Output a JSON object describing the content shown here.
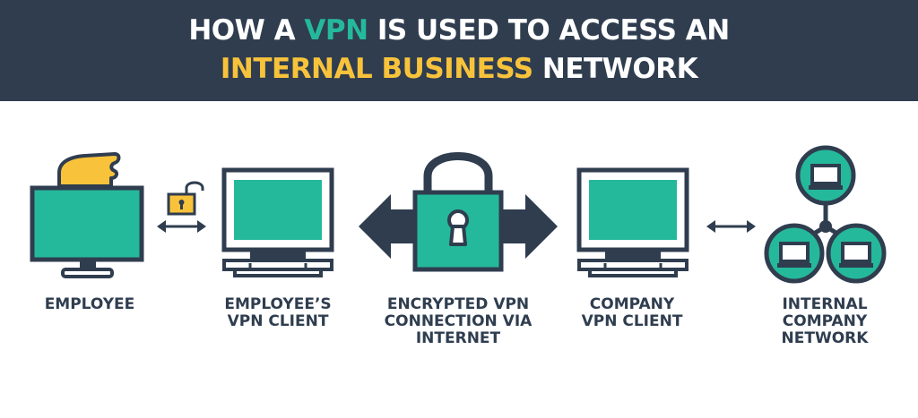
{
  "title": {
    "line1": {
      "pre": "HOW A ",
      "highlight": "VPN",
      "post": " IS USED TO ACCESS AN"
    },
    "line2": {
      "highlight": "INTERNAL BUSINESS",
      "post": " NETWORK"
    }
  },
  "nodes": [
    {
      "label": "EMPLOYEE"
    },
    {
      "label": "EMPLOYEE’S\nVPN CLIENT"
    },
    {
      "label": "ENCRYPTED VPN\nCONNECTION VIA\nINTERNET"
    },
    {
      "label": "COMPANY\nVPN CLIENT"
    },
    {
      "label": "INTERNAL\nCOMPANY\nNETWORK"
    }
  ],
  "colors": {
    "dark": "#2f3d4f",
    "accent_green": "#25b99b",
    "accent_yellow": "#f8c33b"
  }
}
